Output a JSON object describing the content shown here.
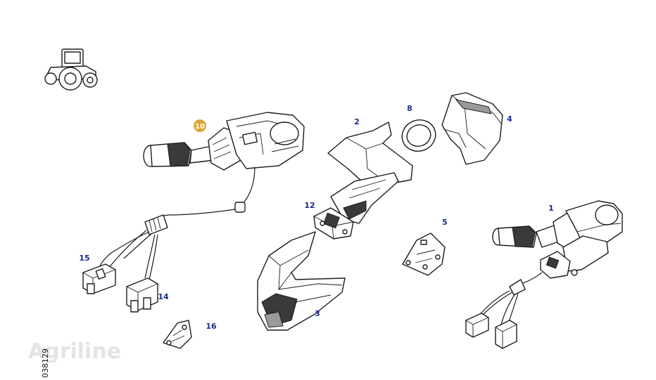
{
  "watermark": "Agriline",
  "reference_code": "038129",
  "highlight_color": "#dca73a",
  "callout_color": "#1a2a8c",
  "callouts": [
    {
      "id": "10",
      "label": "10",
      "highlighted": true
    },
    {
      "id": "2",
      "label": "2"
    },
    {
      "id": "8",
      "label": "8"
    },
    {
      "id": "4",
      "label": "4"
    },
    {
      "id": "12",
      "label": "12"
    },
    {
      "id": "1",
      "label": "1"
    },
    {
      "id": "5",
      "label": "5"
    },
    {
      "id": "15",
      "label": "15"
    },
    {
      "id": "14",
      "label": "14"
    },
    {
      "id": "3",
      "label": "3"
    },
    {
      "id": "16",
      "label": "16"
    }
  ],
  "icons": [
    "tractor-icon"
  ]
}
